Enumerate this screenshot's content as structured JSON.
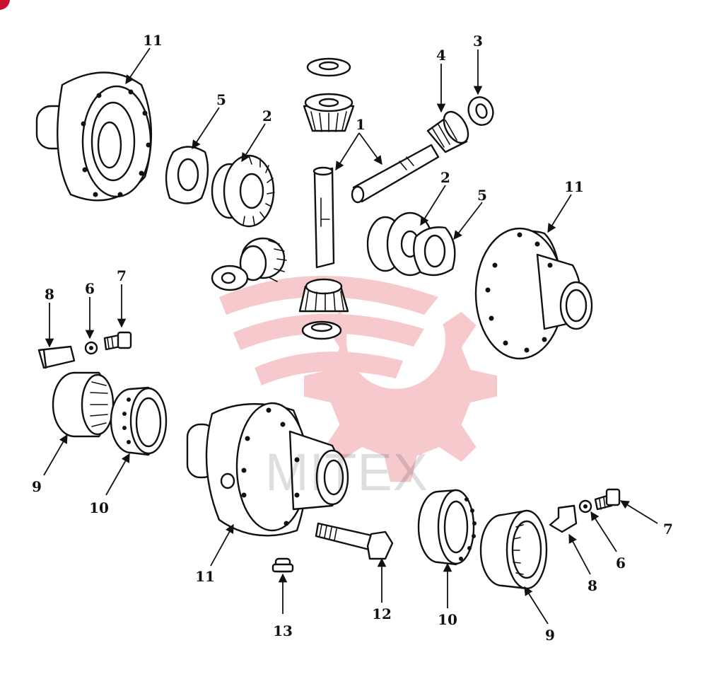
{
  "watermark": {
    "text": "MITEX",
    "logo_color": "#f3b7bd"
  },
  "accent_color": "#c8102e",
  "callouts": [
    {
      "id": "c-11a",
      "label": "11"
    },
    {
      "id": "c-5a",
      "label": "5"
    },
    {
      "id": "c-2a",
      "label": "2"
    },
    {
      "id": "c-1",
      "label": "1"
    },
    {
      "id": "c-4",
      "label": "4"
    },
    {
      "id": "c-3",
      "label": "3"
    },
    {
      "id": "c-2b",
      "label": "2"
    },
    {
      "id": "c-5b",
      "label": "5"
    },
    {
      "id": "c-11b",
      "label": "11"
    },
    {
      "id": "c-8a",
      "label": "8"
    },
    {
      "id": "c-6a",
      "label": "6"
    },
    {
      "id": "c-7a",
      "label": "7"
    },
    {
      "id": "c-9a",
      "label": "9"
    },
    {
      "id": "c-10a",
      "label": "10"
    },
    {
      "id": "c-11c",
      "label": "11"
    },
    {
      "id": "c-12",
      "label": "12"
    },
    {
      "id": "c-13",
      "label": "13"
    },
    {
      "id": "c-10b",
      "label": "10"
    },
    {
      "id": "c-9b",
      "label": "9"
    },
    {
      "id": "c-8b",
      "label": "8"
    },
    {
      "id": "c-6b",
      "label": "6"
    },
    {
      "id": "c-7b",
      "label": "7"
    }
  ]
}
